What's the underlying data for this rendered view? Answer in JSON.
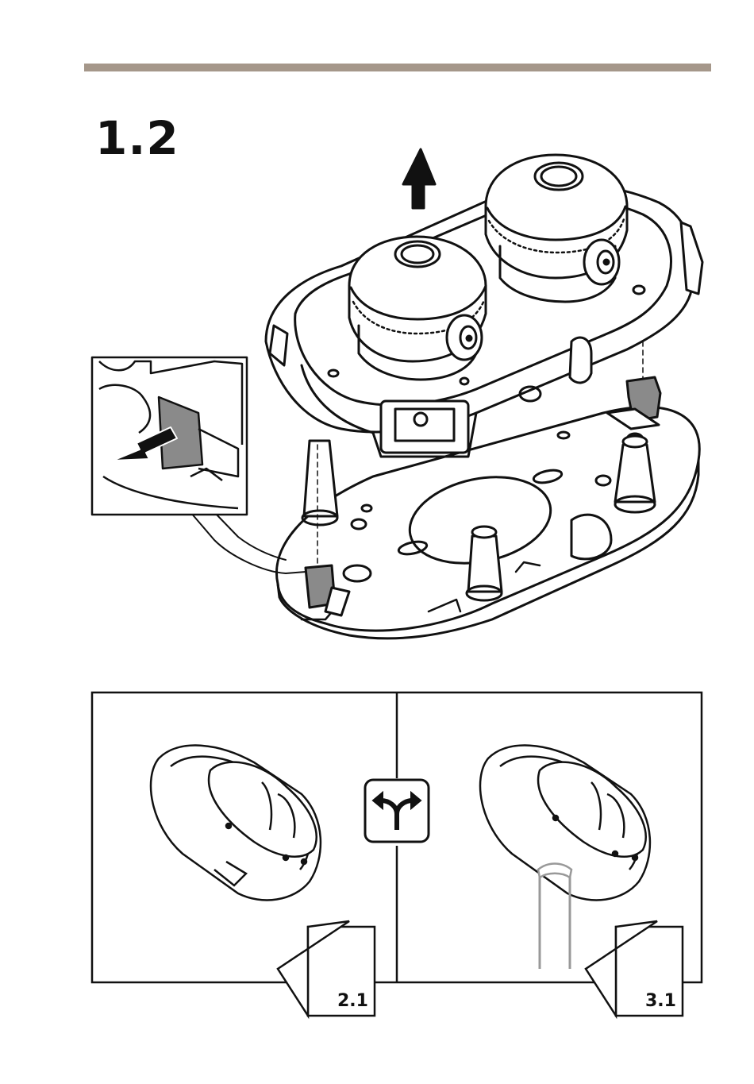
{
  "page": {
    "step_number": "1.2"
  },
  "options": {
    "left_reference": "2.1",
    "right_reference": "3.1"
  },
  "icons": {
    "lift": "up-arrow-icon",
    "pull": "pull-arrow-icon",
    "choice": "fork-arrows-icon",
    "page_ref": "page-corner-icon"
  }
}
